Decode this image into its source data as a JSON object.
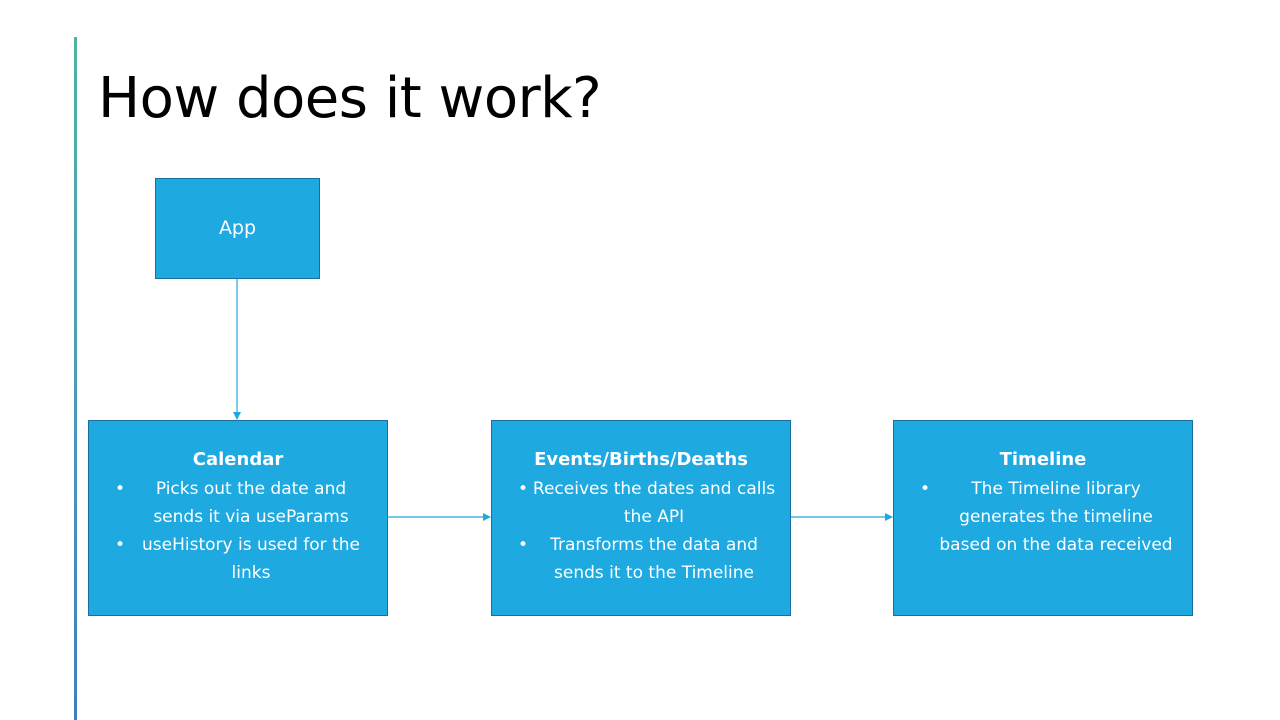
{
  "title": "How does it work?",
  "nodes": {
    "app": {
      "label": "App"
    },
    "calendar": {
      "heading": "Calendar",
      "bullets": [
        "Picks out the date and sends it via useParams",
        "useHistory is used for the links"
      ]
    },
    "events": {
      "heading": "Events/Births/Deaths",
      "bullets": [
        "Receives the dates and calls the API",
        "Transforms the data and sends it to the Timeline"
      ]
    },
    "timeline": {
      "heading": "Timeline",
      "bullets": [
        "The Timeline library generates the timeline based on the data received"
      ]
    }
  },
  "colors": {
    "box_fill": "#1ea9e1",
    "box_border": "#1a6fa0",
    "connector": "#1ea9e1",
    "accent": "#4fb3a0"
  }
}
